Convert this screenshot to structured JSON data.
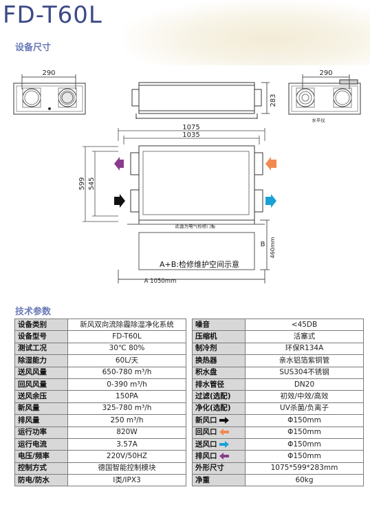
{
  "title": "FD-T60L",
  "sections": {
    "dimensions": "设备尺寸",
    "params": "技术参数"
  },
  "drawing": {
    "dim_290_left": "290",
    "dim_290_right": "290",
    "dim_283": "283",
    "level_label": "水平仪",
    "dim_1075": "1075",
    "dim_1035": "1035",
    "dim_599": "599",
    "dim_545": "545",
    "panel_note": "此面为电气检修门板",
    "label_b": "B",
    "dim_460": "460mm",
    "maintenance": "A+B:检修维护空间示意",
    "dim_a": "A 1050mm"
  },
  "colors": {
    "purple": "#8a3a8e",
    "black": "#111111",
    "orange": "#f08a52",
    "blue": "#1aa0d8",
    "title": "#3c4a86"
  },
  "left_table": [
    {
      "k": "设备类别",
      "v": "新风双向流除霾除湿净化系统"
    },
    {
      "k": "设备型号",
      "v": "FD-T60L"
    },
    {
      "k": "测试工况",
      "v": "30℃ 80%"
    },
    {
      "k": "除湿能力",
      "v": "60L/天"
    },
    {
      "k": "送风风量",
      "v": "650-780 m³/h"
    },
    {
      "k": "回风风量",
      "v": "0-390 m³/h"
    },
    {
      "k": "送风余压",
      "v": "150PA"
    },
    {
      "k": "新风量",
      "v": "325-780 m³/h"
    },
    {
      "k": "排风量",
      "v": "250 m³/h"
    },
    {
      "k": "运行功率",
      "v": "820W"
    },
    {
      "k": "运行电流",
      "v": "3.57A"
    },
    {
      "k": "电压/频率",
      "v": "220V/50HZ"
    },
    {
      "k": "控制方式",
      "v": "德国智能控制模块"
    },
    {
      "k": "防电/防水",
      "v": "I类/IPX3"
    }
  ],
  "right_table": [
    {
      "k": "噪音",
      "v": "<45DB",
      "arrow": ""
    },
    {
      "k": "压缩机",
      "v": "活塞式",
      "arrow": ""
    },
    {
      "k": "制冷剂",
      "v": "环保R134A",
      "arrow": ""
    },
    {
      "k": "换热器",
      "v": "亲水铝箔紫铜管",
      "arrow": ""
    },
    {
      "k": "积水盘",
      "v": "SUS304不锈钢",
      "arrow": ""
    },
    {
      "k": "排水管径",
      "v": "DN20",
      "arrow": ""
    },
    {
      "k": "过滤(选配)",
      "v": "初效/中效/高效",
      "arrow": ""
    },
    {
      "k": "净化(选配)",
      "v": "UV杀菌/负离子",
      "arrow": ""
    },
    {
      "k": "新风口",
      "v": "Φ150mm",
      "arrow": "black"
    },
    {
      "k": "回风口",
      "v": "Φ150mm",
      "arrow": "orange"
    },
    {
      "k": "送风口",
      "v": "Φ150mm",
      "arrow": "blue"
    },
    {
      "k": "排风口",
      "v": "Φ150mm",
      "arrow": "purple"
    },
    {
      "k": "外形尺寸",
      "v": "1075*599*283mm",
      "arrow": ""
    },
    {
      "k": "净重",
      "v": "60kg",
      "arrow": ""
    }
  ]
}
